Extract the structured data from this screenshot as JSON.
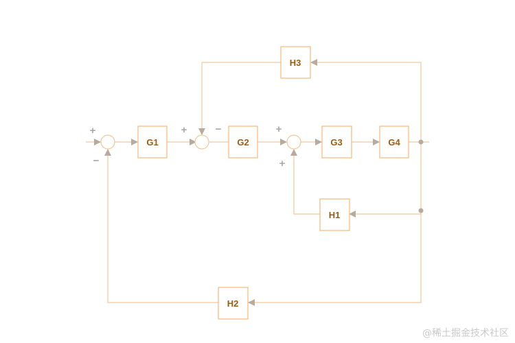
{
  "colors": {
    "block_border": "#f2b979",
    "block_text": "#a05a10",
    "signal_line": "#f0c79a",
    "arrow": "#b8aa9c",
    "node": "#b8aa9c",
    "sign": "#a8a8a8",
    "watermark": "#c9c9c9"
  },
  "blocks": {
    "g1": "G1",
    "g2": "G2",
    "g3": "G3",
    "g4": "G4",
    "h1": "H1",
    "h2": "H2",
    "h3": "H3"
  },
  "signs": {
    "sum1_top": "+",
    "sum1_bottom": "−",
    "sum2_left": "+",
    "sum2_right": "−",
    "sum3_top": "+",
    "sum3_bottom": "+"
  },
  "watermark": "@稀土掘金技术社区"
}
